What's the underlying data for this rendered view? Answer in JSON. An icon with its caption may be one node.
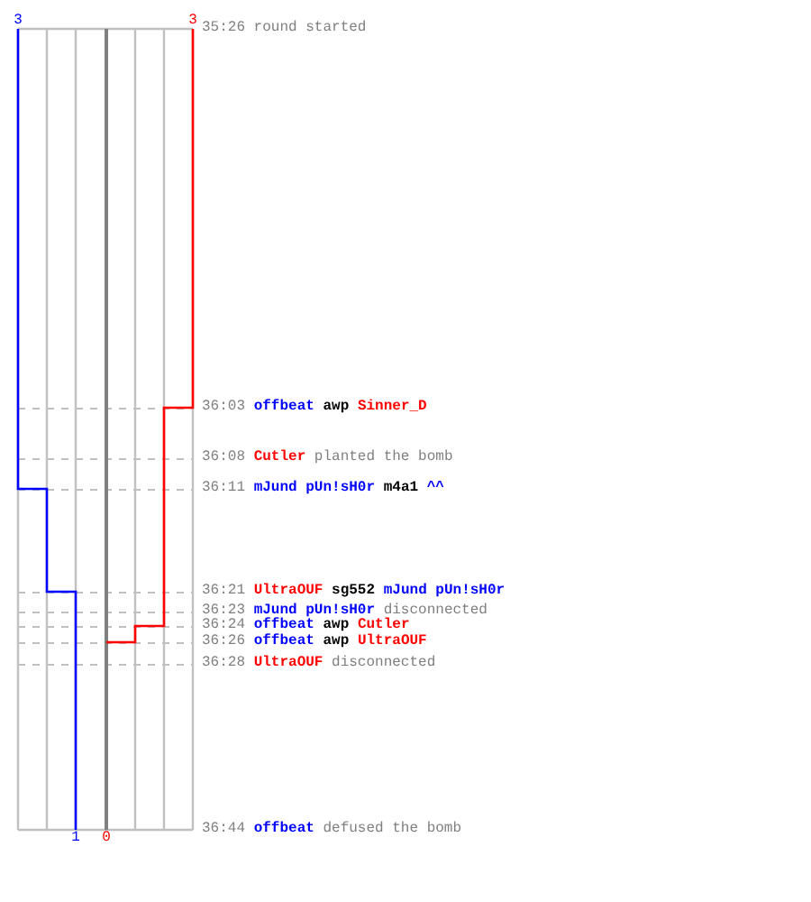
{
  "diagram": {
    "labels": [
      "3",
      "3",
      "35:26 round started",
      "36:03 **offbeat** **awp** **Sinner_D**",
      "36:08 **Cutler** planted the bomb",
      "36:11 **mJund pUn!sH0r** **m4a1** **^^**",
      "36:21 **UltraOUF** **sg552** **mJund pUn!sH0r**",
      "36:23 **mJund pUn!sH0r** disconnected",
      "36:24 **offbeat** **awp** **Cutler**",
      "36:26 **offbeat** **awp** **UltraOUF**",
      "36:28 **UltraOUF** disconnected",
      "36:44 **offbeat** defused the bomb",
      "1",
      "0"
    ]
  }
}
